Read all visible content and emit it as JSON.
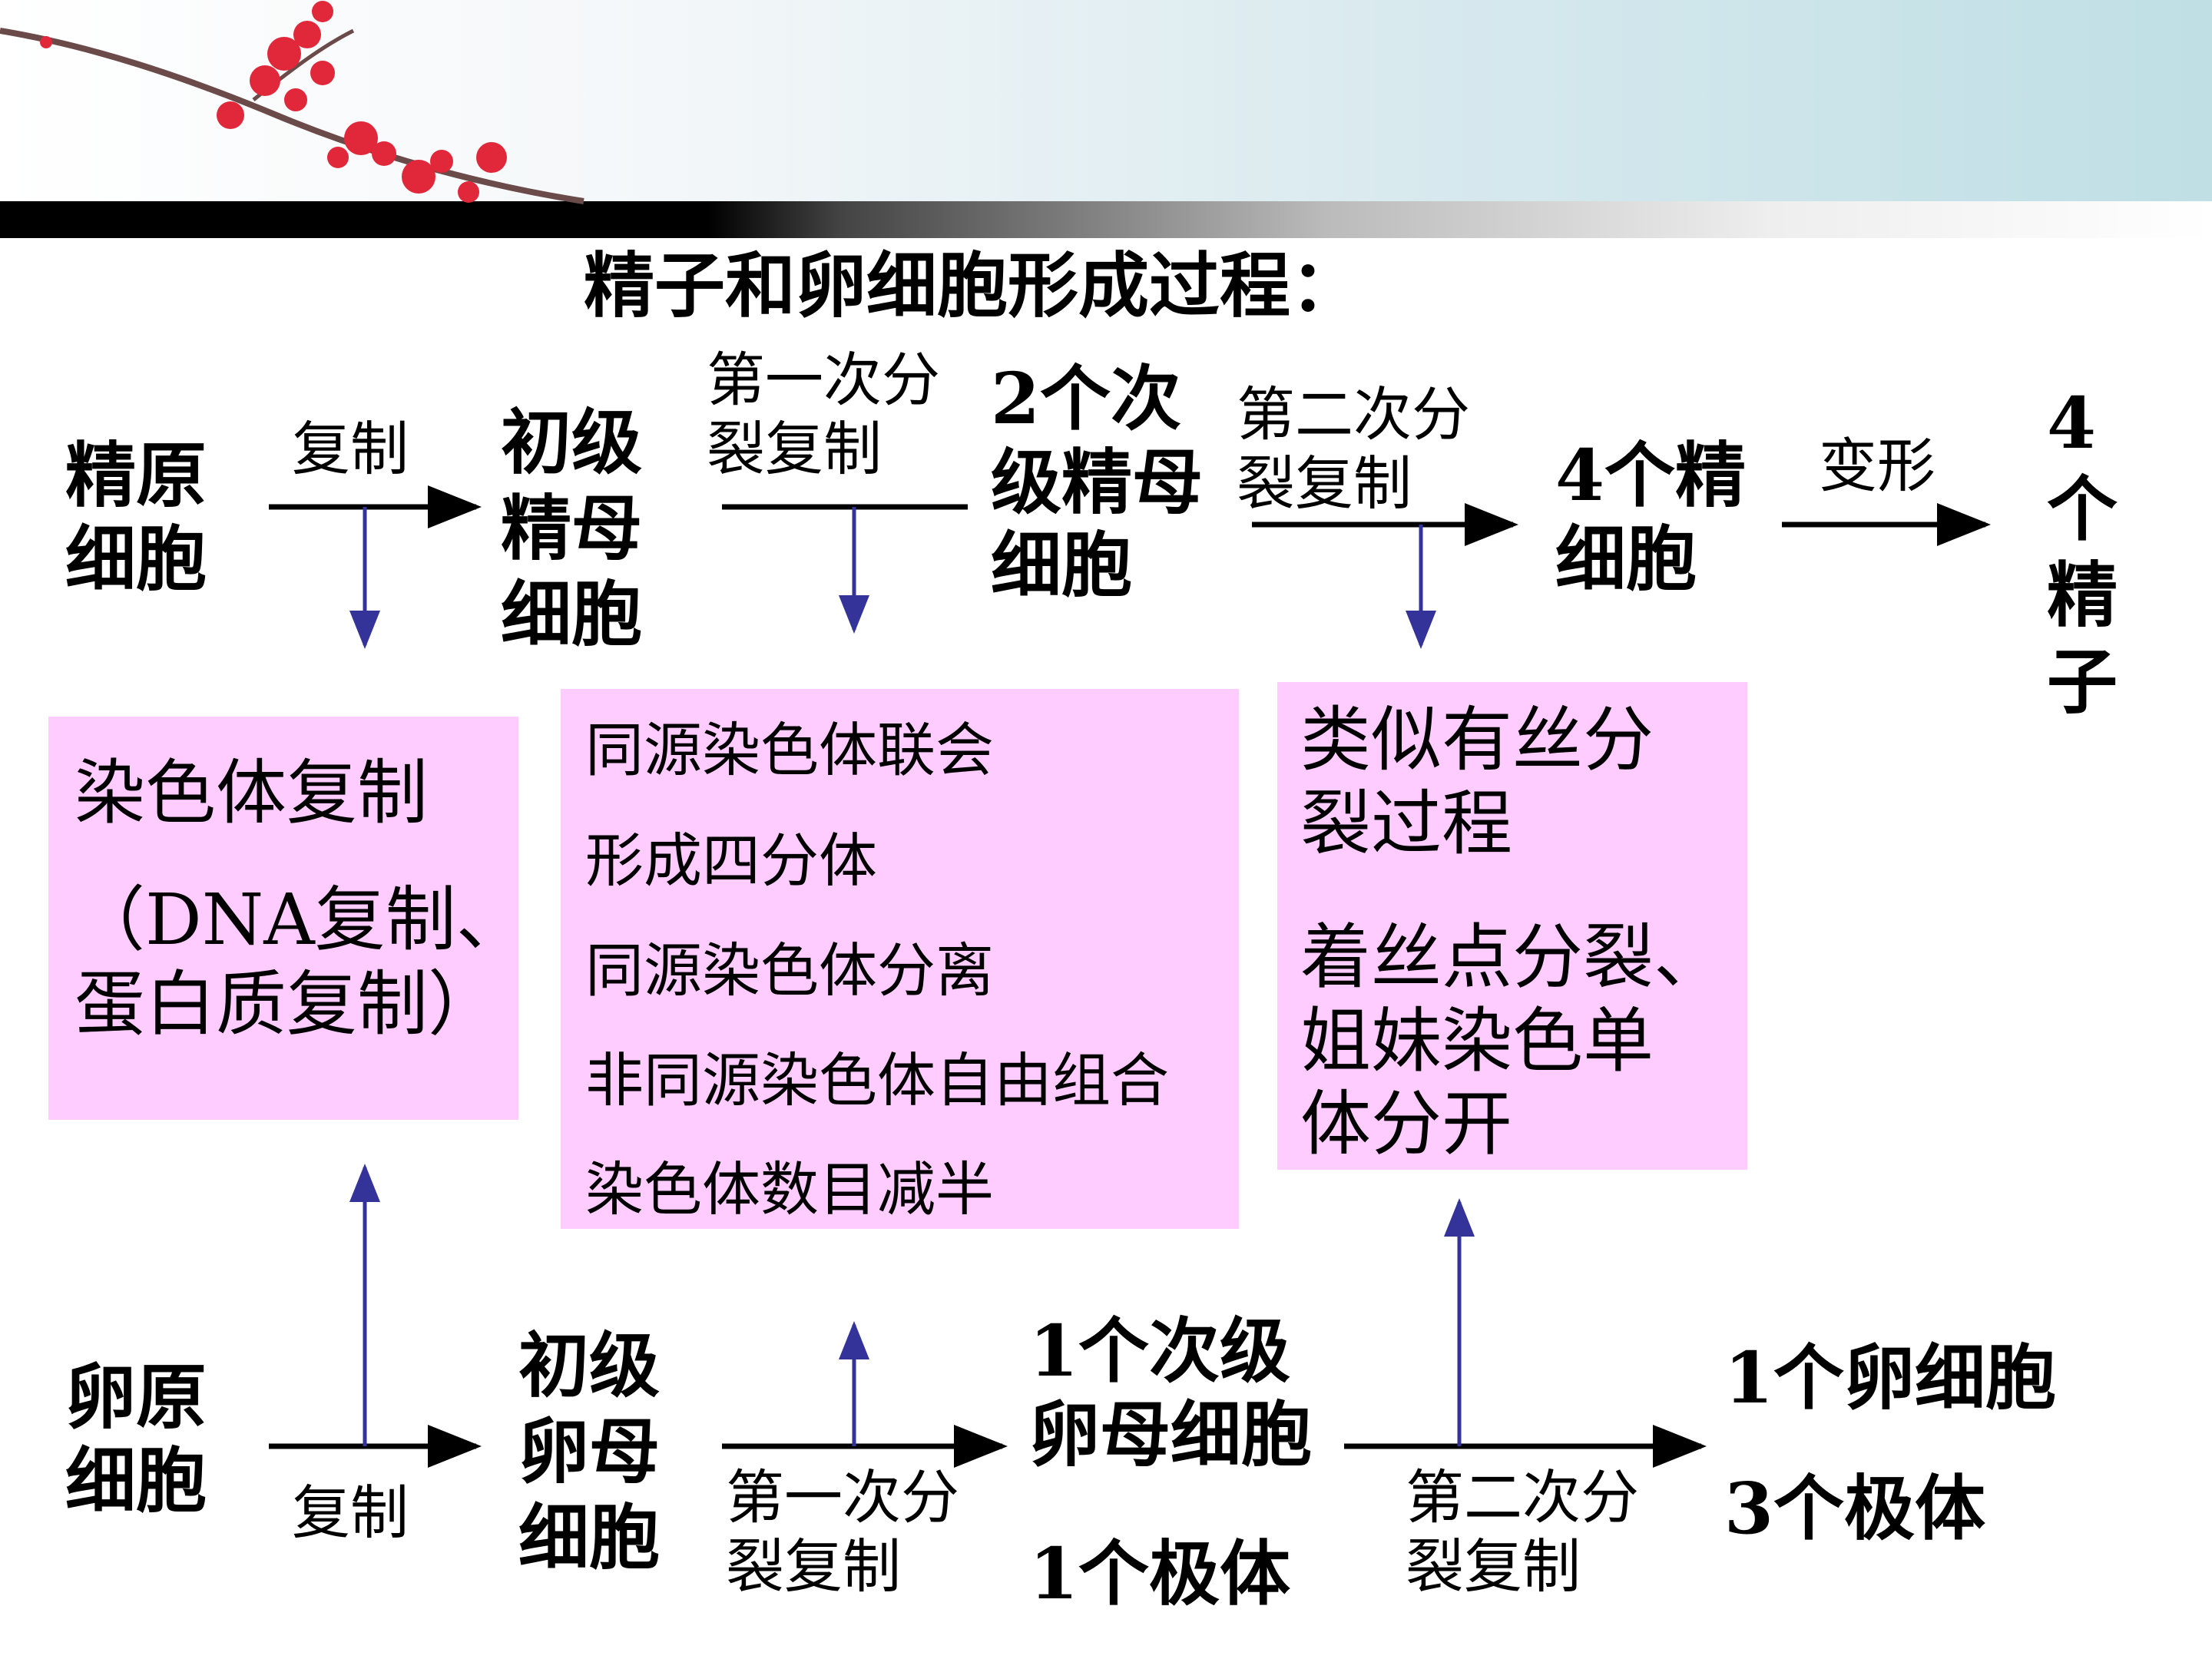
{
  "title": "精子和卵细胞形成过程：",
  "sperm_row": {
    "start": [
      "精原",
      "细胞"
    ],
    "step1": "复制",
    "primary": [
      "初级",
      "精母",
      "细胞"
    ],
    "step2": [
      "第一次分",
      "裂复制"
    ],
    "secondary": [
      "2个次",
      "级精母",
      "细胞"
    ],
    "step3": [
      "第二次分",
      "裂复制"
    ],
    "cells": [
      "4个精",
      "细胞"
    ],
    "step4": "变形",
    "result": [
      "4",
      "个",
      "精",
      "子"
    ]
  },
  "boxes": {
    "replication": [
      "染色体复制",
      "（DNA复制、",
      "蛋白质复制）"
    ],
    "meiosis1": [
      "同源染色体联会",
      "形成四分体",
      "同源染色体分离",
      "非同源染色体自由组合",
      "染色体数目减半"
    ],
    "meiosis2": [
      "类似有丝分",
      "裂过程",
      "着丝点分裂、",
      "姐妹染色单",
      "体分开"
    ]
  },
  "egg_row": {
    "start": [
      "卵原",
      "细胞"
    ],
    "step1": "复制",
    "primary": [
      "初级",
      "卵母",
      "细胞"
    ],
    "step2": [
      "第一次分",
      "裂复制"
    ],
    "secondary": [
      "1个次级",
      "卵母细胞"
    ],
    "polar1": "1个极体",
    "step3": [
      "第二次分",
      "裂复制"
    ],
    "result_egg": "1个卵细胞",
    "result_polar": "3个极体"
  },
  "colors": {
    "box_fill": "#ffccff",
    "vertical_arrow": "#333399",
    "horizontal_arrow": "#000000"
  }
}
